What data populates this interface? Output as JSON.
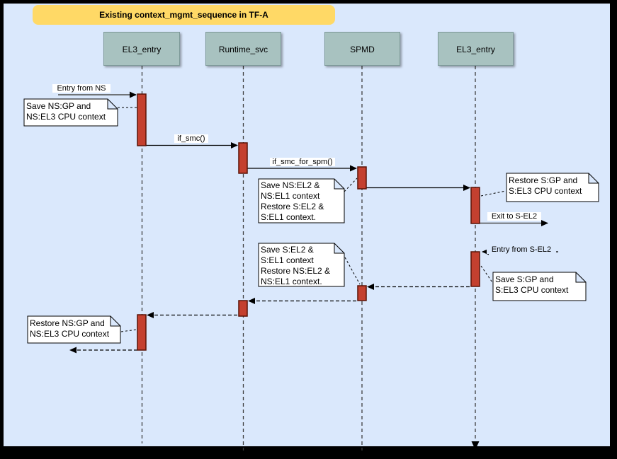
{
  "title": "Existing context_mgmt_sequence in TF-A",
  "lifelines": [
    {
      "label": "EL3_entry"
    },
    {
      "label": "Runtime_svc"
    },
    {
      "label": "SPMD"
    },
    {
      "label": "EL3_entry"
    }
  ],
  "messages": {
    "entry_from_ns": "Entry from NS",
    "if_smc": "if_smc()",
    "if_smc_for_spm": "if_smc_for_spm()",
    "exit_to_s_el2": "Exit to S-EL2",
    "entry_from_s_el2": "Entry from S-EL2"
  },
  "notes": {
    "save_ns_gp": "Save NS:GP and\nNS:EL3 CPU context",
    "save_ns_el2": "Save NS:EL2 &\nNS:EL1 context\nRestore S:EL2 &\nS:EL1 context.",
    "restore_s_gp": "Restore S:GP and\nS:EL3 CPU context",
    "save_s_gp": "Save S:GP and\nS:EL3 CPU context",
    "save_s_el2": "Save S:EL2 &\nS:EL1 context\nRestore NS:EL2 &\nNS:EL1 context.",
    "restore_ns_gp": "Restore NS:GP and\nNS:EL3 CPU context"
  },
  "colors": {
    "background": "#dae8fc",
    "frame": "#000000",
    "title_fill": "#ffd966",
    "lifeline_head_fill": "#a8c2c0",
    "activation_fill": "#c4402f",
    "activation_border": "#5b1306",
    "note_fill": "#ffffff"
  }
}
